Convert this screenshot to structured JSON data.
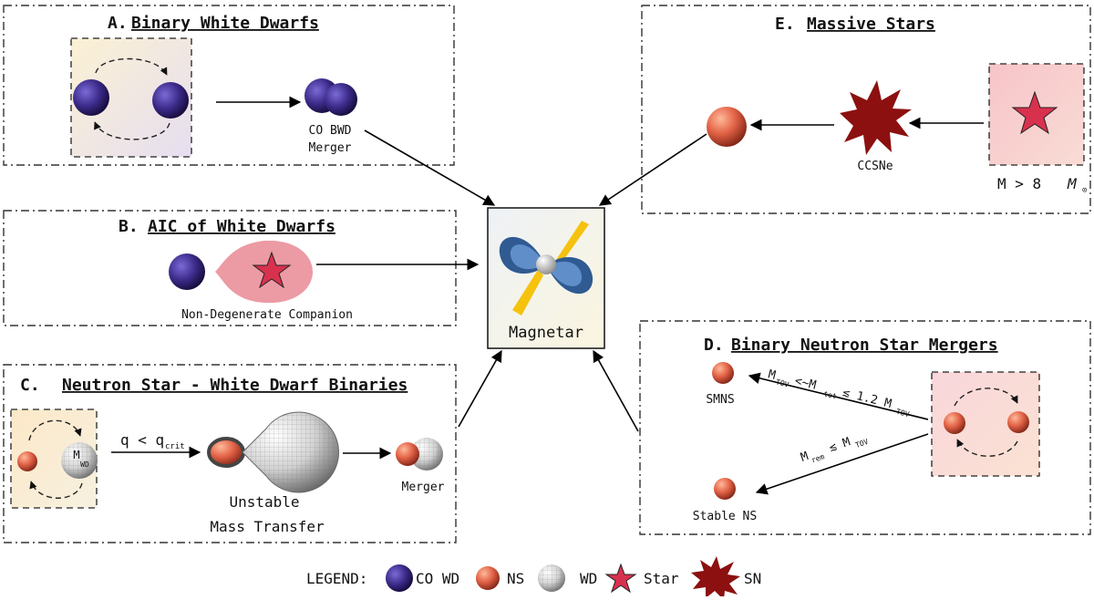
{
  "panels": {
    "a": {
      "letter": "A.",
      "title": "Binary White Dwarfs",
      "product_line1": "CO BWD",
      "product_line2": "Merger"
    },
    "b": {
      "letter": "B.",
      "title": "AIC of White Dwarfs",
      "companion": "Non-Degenerate Companion"
    },
    "c": {
      "letter": "C.",
      "title": "Neutron Star - White Dwarf Binaries",
      "wd_mass": "M",
      "wd_mass_sub": "WD",
      "condition_q": "q < q",
      "condition_sub": "crit",
      "transfer_line1": "Unstable",
      "transfer_line2": "Mass Transfer",
      "product": "Merger"
    },
    "d": {
      "letter": "D.",
      "title": "Binary Neutron Star Mergers",
      "smns": "SMNS",
      "stable": "Stable NS"
    },
    "e": {
      "letter": "E.",
      "title": "Massive Stars",
      "sn_label": "CCSNe",
      "mass_condition": "M > 8"
    }
  },
  "center": {
    "label": "Magnetar"
  },
  "legend": {
    "prefix": "LEGEND:",
    "co_wd": "CO WD",
    "ns": "NS",
    "wd": "WD",
    "star": "Star",
    "sn": "SN"
  },
  "colors": {
    "co_wd": "#3d2b8a",
    "ns": "#e26246",
    "wd": "#d9d9d9",
    "star": "#d8314e",
    "sn": "#8c1010",
    "companion": "#ec9aa4",
    "jet": "#f5c20d",
    "field": "#4a78b5"
  }
}
